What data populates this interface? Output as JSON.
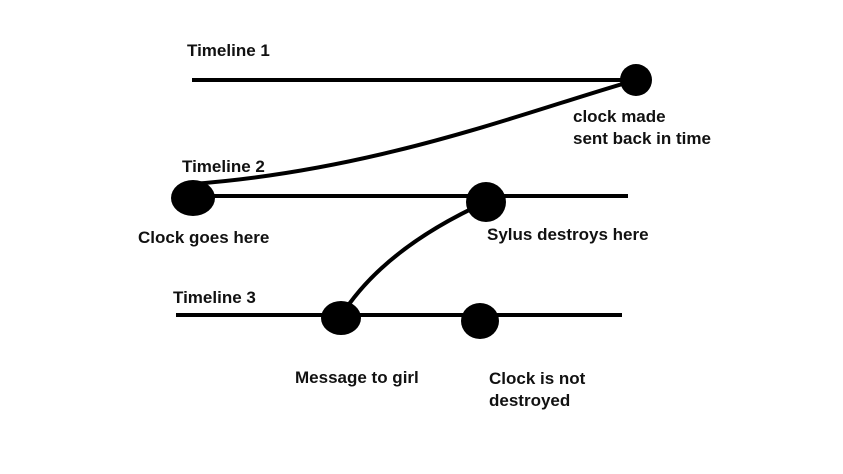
{
  "labels": {
    "timeline_1": "Timeline  1",
    "timeline_2": "Timeline  2",
    "timeline_3": "Timeline 3",
    "clock_made_line1": "clock made",
    "clock_made_line2": "sent back in time",
    "clock_goes_here": "Clock goes here",
    "sylus_destroys_here": "Sylus destroys here",
    "message_to_girl": "Message to girl",
    "clock_not_destroyed_line1": "Clock is not",
    "clock_not_destroyed_line2": "destroyed"
  },
  "colors": {
    "ink": "#000000",
    "text": "#111111",
    "background": "#ffffff"
  }
}
